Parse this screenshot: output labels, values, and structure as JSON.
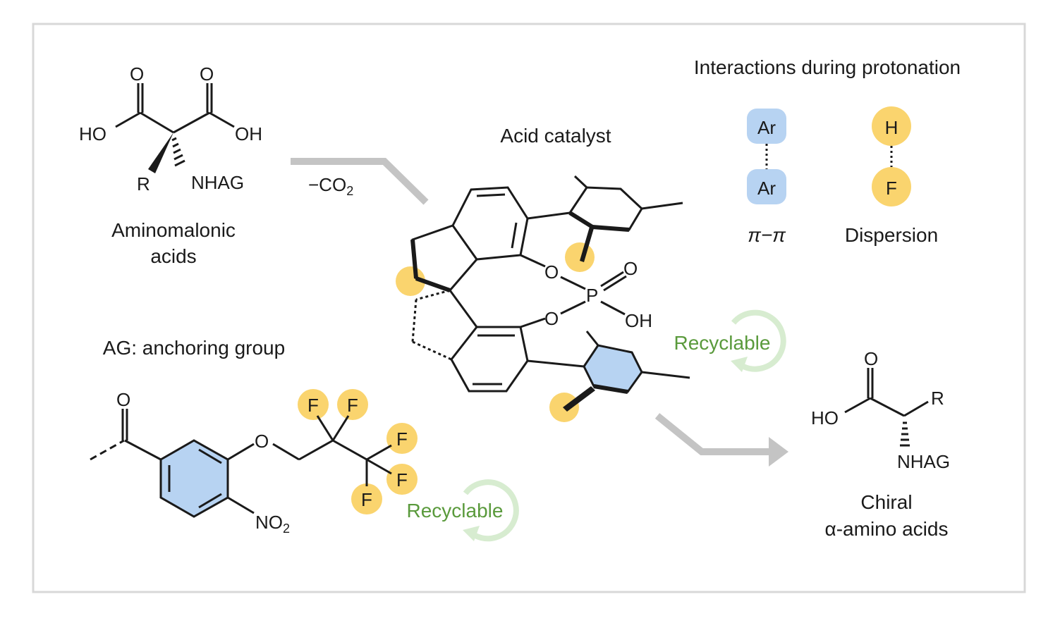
{
  "reactant": {
    "name_line1": "Aminomalonic",
    "name_line2": "acids",
    "atom_o1": "O",
    "atom_o2": "O",
    "atom_ho": "HO",
    "atom_oh": "OH",
    "atom_r": "R",
    "atom_nhag": "NHAG"
  },
  "decarboxylation": {
    "text": "−CO",
    "sub": "2"
  },
  "catalyst": {
    "title": "Acid catalyst",
    "atom_o_upper": "O",
    "atom_o_lower": "O",
    "atom_p": "P",
    "atom_o_double": "O",
    "atom_oh": "OH"
  },
  "interactions": {
    "title": "Interactions during protonation",
    "pi_top": "Ar",
    "pi_bottom": "Ar",
    "pi_label": "π−π",
    "disp_top": "H",
    "disp_bottom": "F",
    "disp_label": "Dispersion"
  },
  "anchoring": {
    "title": "AG: anchoring group",
    "atom_o_carbonyl": "O",
    "atom_o_ether": "O",
    "atom_no2": "NO",
    "atom_no2_sub": "2",
    "f_labels": [
      "F",
      "F",
      "F",
      "F",
      "F"
    ]
  },
  "recyclable": {
    "catalyst": "Recyclable",
    "anchor": "Recyclable"
  },
  "product": {
    "name_line1": "Chiral",
    "name_line2": "α-amino acids",
    "atom_o": "O",
    "atom_ho": "HO",
    "atom_r": "R",
    "atom_nhag": "NHAG"
  },
  "colors": {
    "aryl_blue": "#b7d3f2",
    "interaction_yellow": "#fad46e",
    "recycle_green": "#5a9a3c",
    "arrow_gray": "#c4c4c4",
    "frame_gray": "#d8d8d8"
  }
}
